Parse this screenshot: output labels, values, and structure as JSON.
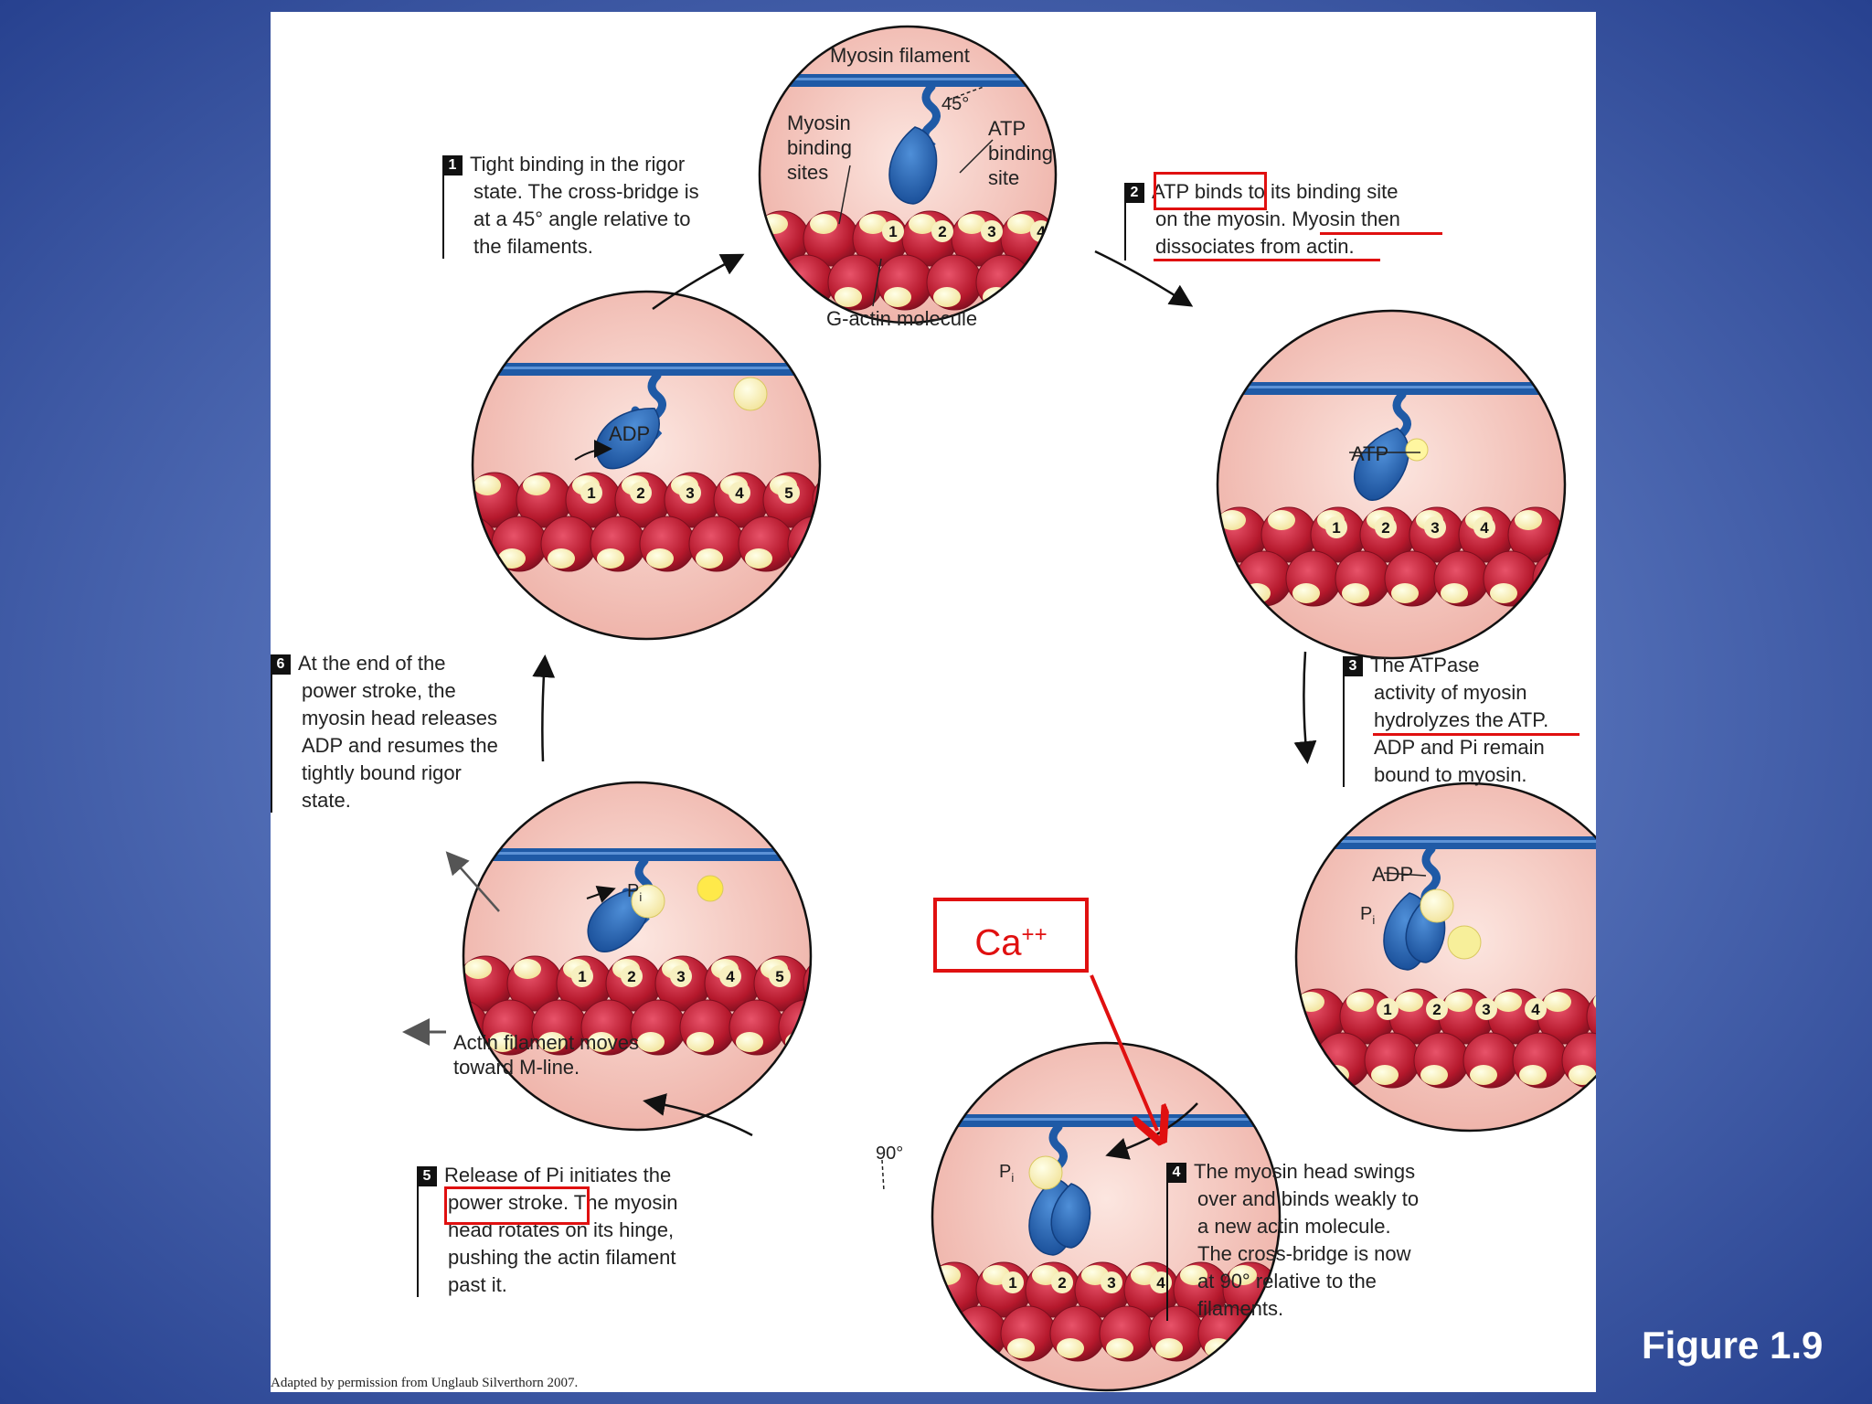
{
  "labels": {
    "myosin_filament": "Myosin filament",
    "angle_45": "45°",
    "myosin_binding_sites": [
      "Myosin",
      "binding",
      "sites"
    ],
    "atp_binding_site": [
      "ATP",
      "binding",
      "site"
    ],
    "g_actin": "G-actin molecule",
    "atp": "ATP",
    "adp": "ADP",
    "pi": "P",
    "pi_sub": "i",
    "angle_90": "90°",
    "actin_moves": [
      "Actin filament moves",
      "toward M-line."
    ]
  },
  "steps": [
    {
      "num": "1",
      "lines": [
        "Tight binding in the rigor",
        "state. The cross-bridge is",
        "at a 45° angle relative to",
        "the filaments."
      ]
    },
    {
      "num": "2",
      "lines": [
        "ATP binds to its binding site",
        "on the myosin.  Myosin then",
        "dissociates from actin."
      ]
    },
    {
      "num": "3",
      "lines": [
        "The ATPase",
        "activity of myosin",
        "hydrolyzes the ATP.",
        "ADP and Pi remain",
        "bound to myosin."
      ]
    },
    {
      "num": "4",
      "lines": [
        "The myosin head swings",
        "over and binds weakly to",
        "a new actin molecule.",
        "The cross-bridge is now",
        "at 90° relative to the",
        "filaments."
      ]
    },
    {
      "num": "5",
      "lines": [
        "Release of Pi initiates the",
        "power stroke. The myosin",
        "head rotates on its hinge,",
        "pushing the actin filament",
        "past it."
      ]
    },
    {
      "num": "6",
      "lines": [
        "At the end of the",
        "power stroke, the",
        "myosin head releases",
        "ADP and resumes the",
        "tightly bound rigor",
        "state."
      ]
    }
  ],
  "annotation": {
    "ca": "Ca",
    "ca_sup": "++"
  },
  "credit": "Adapted by permission from Unglaub Silverthorn 2007.",
  "figure_label": "Figure 1.9",
  "colors": {
    "highlight": "#e01010",
    "myosin": "#1f5aa6",
    "actin": "#b5182c",
    "ball": "#f7f0a8"
  }
}
